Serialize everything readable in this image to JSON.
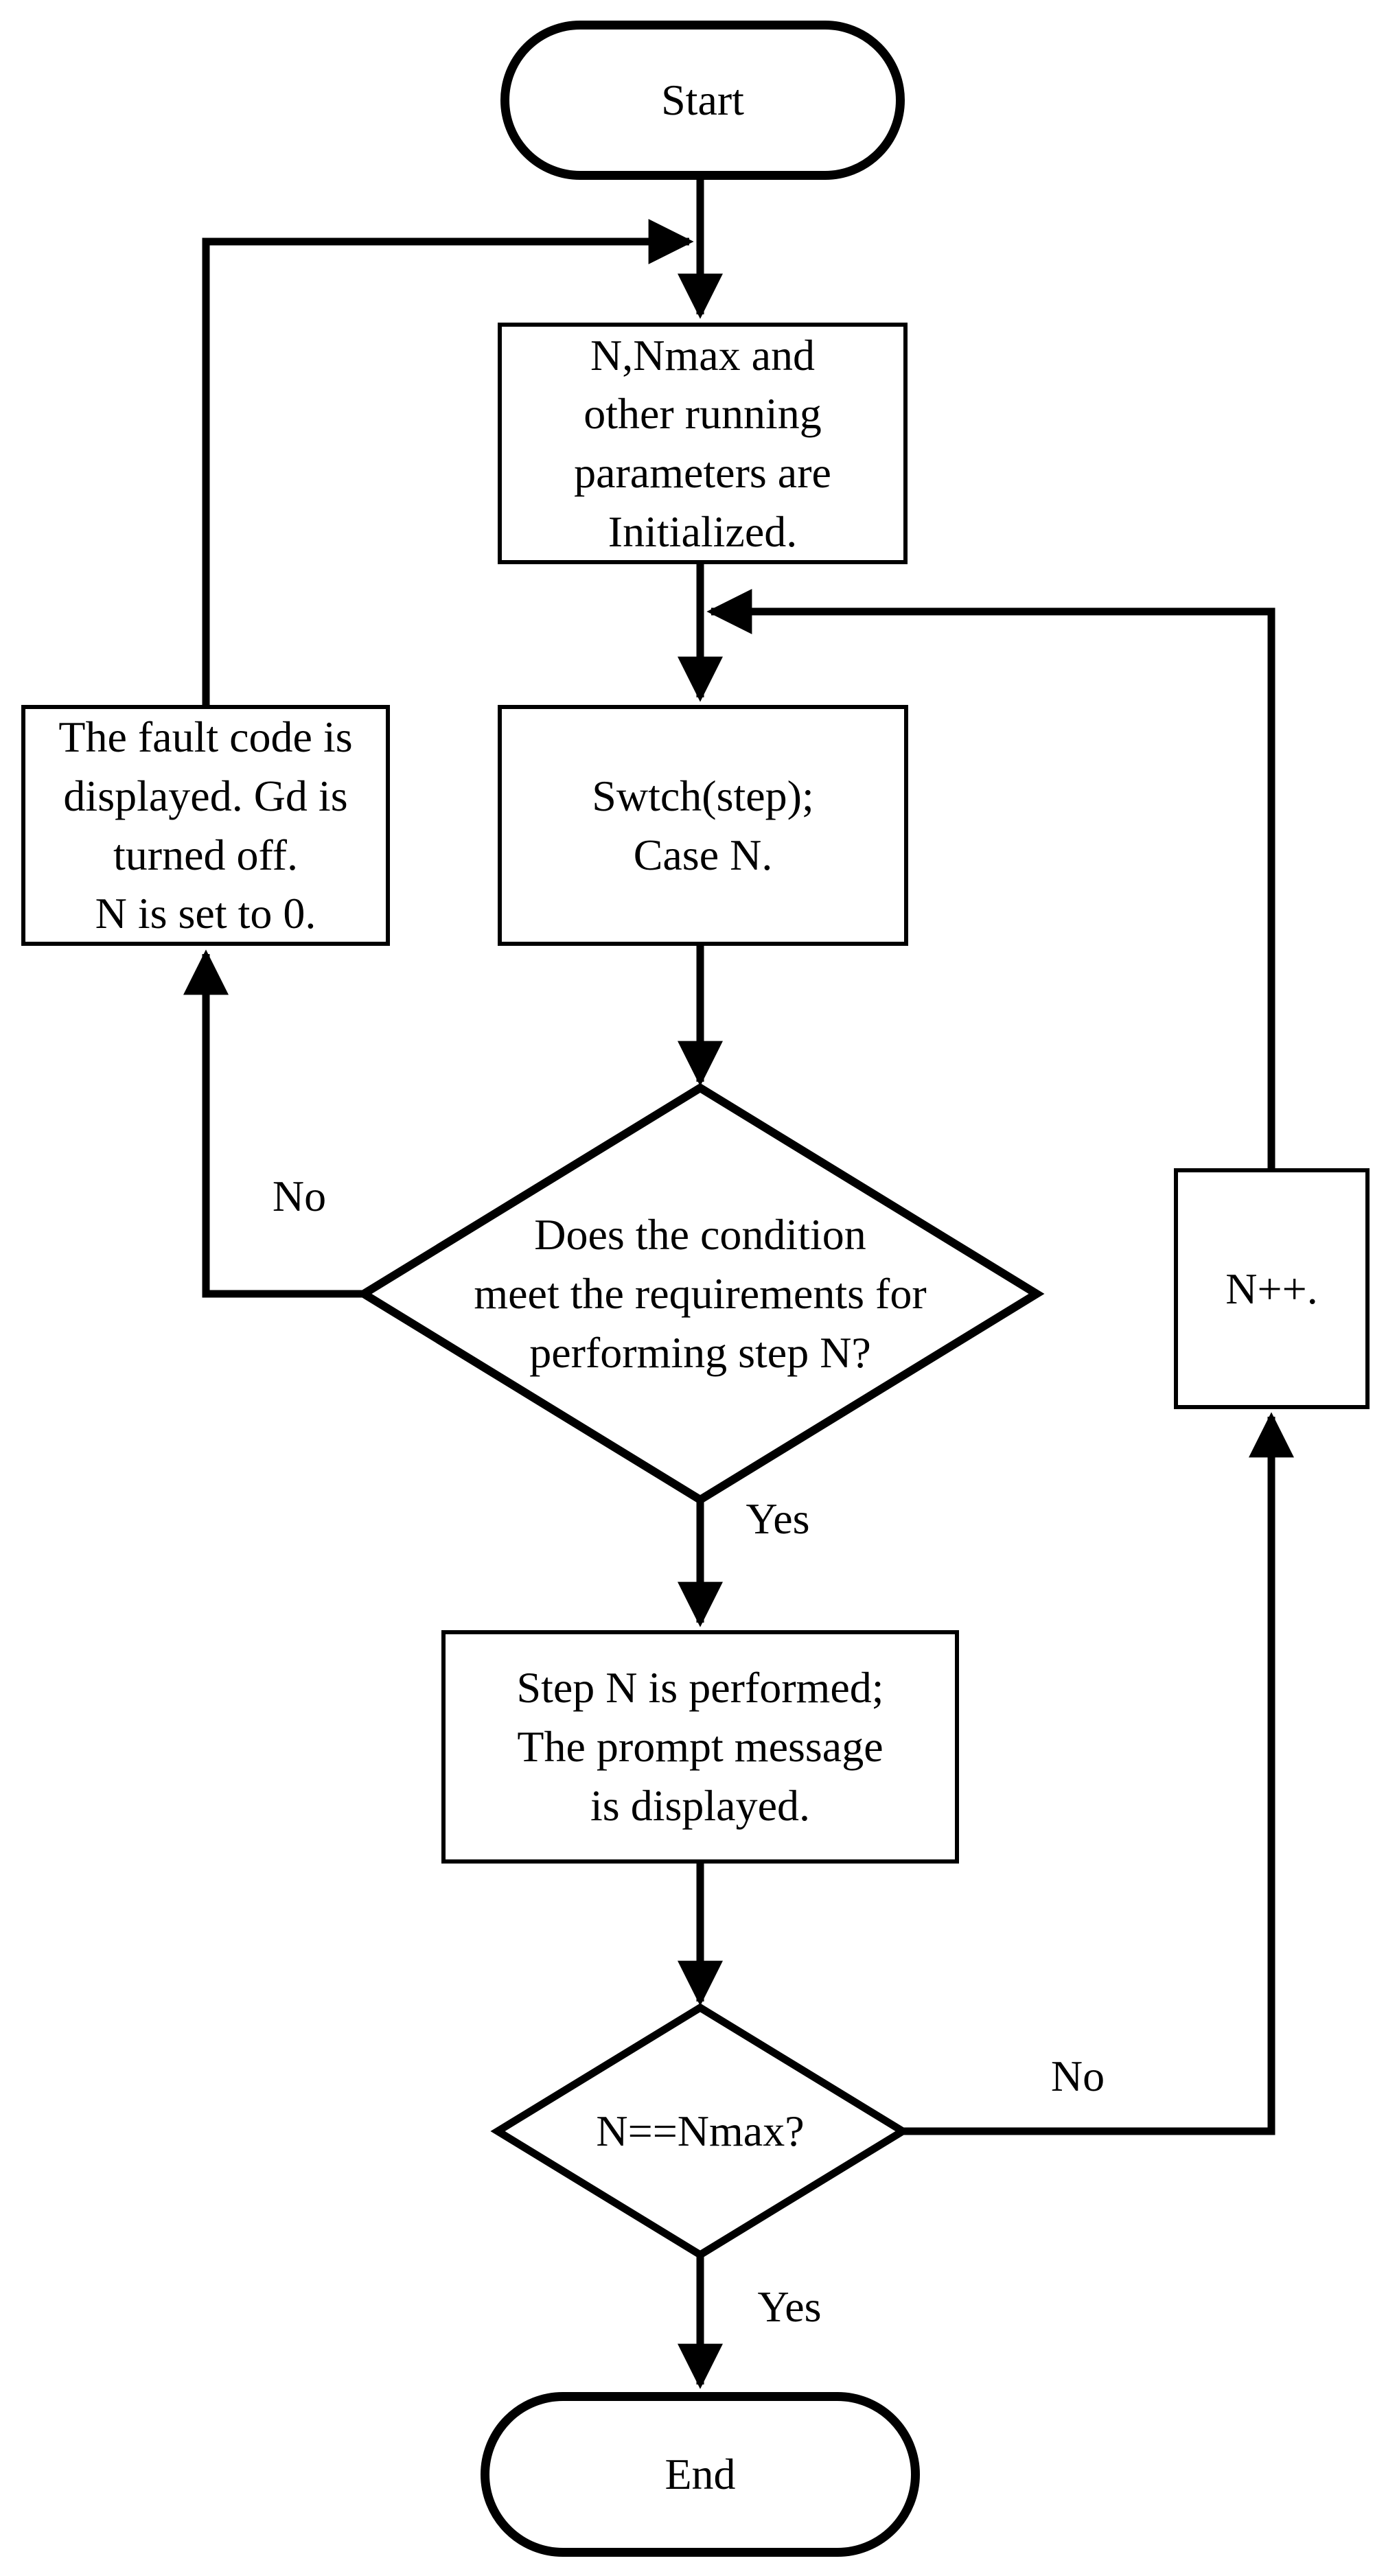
{
  "page": {
    "background_color": "#ffffff",
    "ink_color": "#000000"
  },
  "flowchart": {
    "nodes": {
      "start": {
        "type": "terminator",
        "lines": [
          "Start"
        ]
      },
      "init": {
        "type": "process",
        "lines": [
          "N,Nmax and",
          "other running",
          "parameters are",
          "Initialized."
        ]
      },
      "fault": {
        "type": "process",
        "lines": [
          "The fault code is",
          "displayed. Gd is",
          "turned off.",
          "N is set to 0."
        ]
      },
      "switch": {
        "type": "process",
        "lines": [
          "Swtch(step);",
          "Case N."
        ]
      },
      "condition_step": {
        "type": "decision",
        "lines": [
          "Does the condition",
          "meet the requirements for",
          "performing step N?"
        ]
      },
      "increment": {
        "type": "process",
        "lines": [
          "N++."
        ]
      },
      "perform_step": {
        "type": "process",
        "lines": [
          "Step N is performed;",
          "The prompt message",
          "is displayed."
        ]
      },
      "condition_max": {
        "type": "decision",
        "lines": [
          "N==Nmax?"
        ]
      },
      "end": {
        "type": "terminator",
        "lines": [
          "End"
        ]
      }
    },
    "edge_labels": {
      "cond_step_no": "No",
      "cond_step_yes": "Yes",
      "cond_max_no": "No",
      "cond_max_yes": "Yes"
    }
  }
}
